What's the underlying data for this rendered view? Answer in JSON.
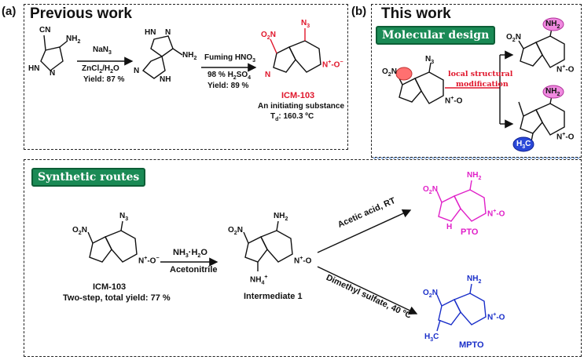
{
  "panels": {
    "a_label": "(a)",
    "b_label": "(b)",
    "previous_title": "Previous work",
    "this_work_title": "This work",
    "molecular_design_badge": "Molecular design",
    "synthetic_routes_badge": "Synthetic routes"
  },
  "previous": {
    "step1_reagent": "NaN",
    "step1_reagent_sub": "3",
    "step1_solvent": "ZnCl",
    "step1_solvent_sub": "2",
    "step1_solvent_tail": "/H",
    "step1_solvent_sub2": "2",
    "step1_solvent_end": "O",
    "step1_yield": "Yield: 87 %",
    "step2_reagent": "Fuming HNO",
    "step2_reagent_sub": "3",
    "step2_acid": "98 % H",
    "step2_acid_sub": "2",
    "step2_acid_tail": "SO",
    "step2_acid_sub2": "4",
    "step2_yield": "Yield: 89 %",
    "product_name": "ICM-103",
    "product_desc": "An initiating substance",
    "product_td": "T",
    "product_td_sub": "d",
    "product_td_val": ": 160.3 ºC",
    "sm_cn": "CN",
    "sm_nh2": "NH",
    "sm_nh2_sub": "2",
    "sm_hn": "HN",
    "int_hn": "HN",
    "int_nh2": "NH",
    "int_nh2_sub": "2",
    "int_nh": "N",
    "int_nh_h": "NH"
  },
  "design": {
    "modification_line1": "local structural",
    "modification_line2": "modification",
    "nh2": "NH",
    "nh2_sub": "2",
    "h3c": "H",
    "h3c_sub": "3",
    "h3c_tail": "C",
    "no2": "O",
    "no2_sub": "2",
    "no2_tail": "N",
    "n3": "N",
    "n3_sub": "3"
  },
  "synthesis": {
    "start_name": "ICM-103",
    "start_yield": "Two-step, total yield: 77 %",
    "step1_reagent": "NH",
    "step1_reagent_sub": "3",
    "step1_reagent_tail": "·H",
    "step1_reagent_sub2": "2",
    "step1_reagent_end": "O",
    "step1_solvent": "Acetonitrile",
    "intermediate_name": "Intermediate 1",
    "nh4": "NH",
    "nh4_sub": "4",
    "nh4_sup": "+",
    "route1_reagent": "Acetic acid, RT",
    "route2_reagent": "Dimethyl sulfate, 40 ºC",
    "product1": "PTO",
    "product2": "MPTO",
    "h3c": "H",
    "h3c_sub": "3",
    "h3c_tail": "C"
  },
  "atoms": {
    "N": "N",
    "H": "H",
    "O_minus": "O",
    "minus": "−",
    "plus": "+",
    "O2N": "O",
    "O2N_sub": "2",
    "O2N_tail": "N",
    "NH2": "NH",
    "NH2_sub": "2",
    "N3": "N",
    "N3_sub": "3"
  },
  "colors": {
    "red": "#e0162b",
    "magenta": "#e020c8",
    "blue": "#1a2fc9",
    "badge_green": "#1a8a55"
  }
}
